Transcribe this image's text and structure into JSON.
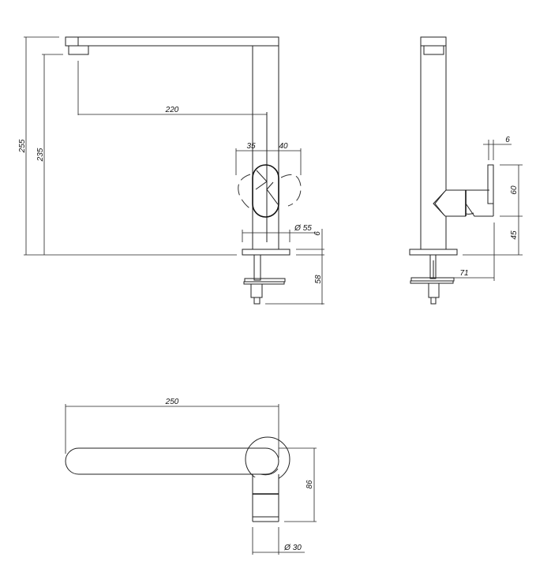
{
  "front_view": {
    "overall_height": "255",
    "outlet_height": "235",
    "reach": "220",
    "handle_left": "35",
    "handle_right": "40",
    "base_diameter": "Ø 55",
    "base_thickness": "6",
    "shank_length": "58"
  },
  "side_view": {
    "lever_thickness": "6",
    "lever_height": "60",
    "handle_height": "45",
    "handle_offset": "71"
  },
  "top_view": {
    "spout_length": "250",
    "depth": "86",
    "body_diameter": "Ø 30"
  }
}
